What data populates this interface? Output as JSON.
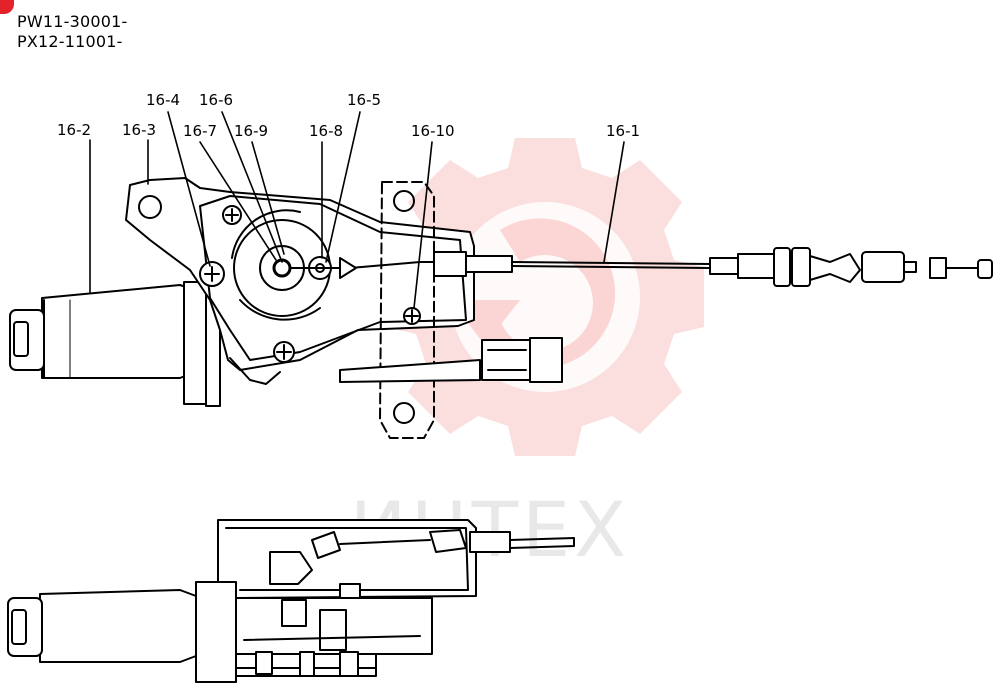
{
  "serials": [
    "PW11-30001-",
    "PX12-11001-"
  ],
  "watermark": {
    "text": "ИНТЕХ",
    "color": "#e8322f"
  },
  "callouts": [
    "16-4",
    "16-6",
    "16-5",
    "16-2",
    "16-3",
    "16-7",
    "16-9",
    "16-8",
    "16-10",
    "16-1"
  ],
  "colors": {
    "line": "#000000",
    "background": "#ffffff",
    "accent": "#e2232a"
  }
}
